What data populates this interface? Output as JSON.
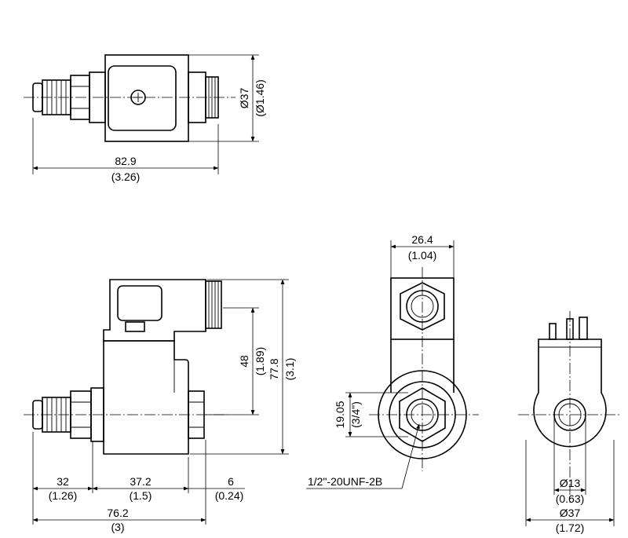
{
  "dimensions": {
    "top_length": "82.9",
    "top_length_in": "(3.26)",
    "top_dia": "Ø37",
    "top_dia_in": "(Ø1.46)",
    "side_32": "32",
    "side_32_in": "(1.26)",
    "side_372": "37.2",
    "side_372_in": "(1.5)",
    "side_6": "6",
    "side_6_in": "(0.24)",
    "side_762": "76.2",
    "side_762_in": "(3)",
    "side_48": "48",
    "side_48_in": "(1.89)",
    "side_778": "77.8",
    "side_778_in": "(3.1)",
    "front_264": "26.4",
    "front_264_in": "(1.04)",
    "front_1905": "19.05",
    "front_1905_in": "(3/4\")",
    "thread": "1/2\"-20UNF-2B",
    "coil_d13": "Ø13",
    "coil_d13_in": "(0.63)",
    "coil_d37": "Ø37",
    "coil_d37_in": "(1.72)"
  }
}
